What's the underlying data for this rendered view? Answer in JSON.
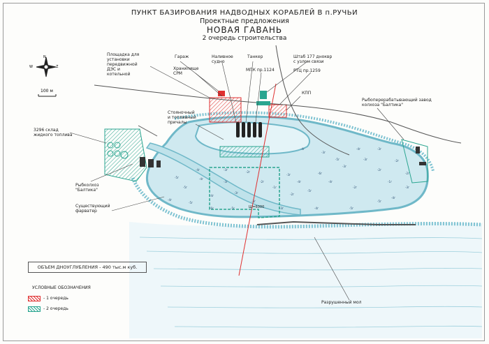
{
  "title": {
    "line1": "ПУНКТ БАЗИРОВАНИЯ НАДВОДНЫХ КОРАБЛЕЙ В п.РУЧЬИ",
    "line2": "Проектные предложения",
    "line3": "НОВАЯ ГАВАНЬ",
    "line4": "2 очередь строительства"
  },
  "compass": {
    "north": "N",
    "west": "W",
    "east": "Z"
  },
  "scale": {
    "label": "100 м"
  },
  "labels": {
    "dz_site": "Площадка для\nустановки\nпередвижной\nДЭС и\nкотельной",
    "garage": "Гараж",
    "storage": "Хранилище\nСРМ",
    "pier_vessel": "Наливное\nсудно",
    "tanker": "Танкер",
    "mpk": "МПК пр.1124",
    "hq": "Штаб 177 дноквр\nс узлом связи",
    "rtc": "РТЦ пр.1259",
    "kpp": "КПП",
    "fish_plant": "Рыбоперерабатывающий завод\nколхоза \"Балтика\"",
    "berths": "Стояночный\nи топливный\nпричалы",
    "fuel_depot": "3296 склад\nжидкого топлива",
    "fish_collective": "Рыбколхоз\n\"Балтика\"",
    "fairway": "Существующий\nфарватер",
    "ruined_mole": "Разрушенный мол",
    "grid_mark": "Ш=6000"
  },
  "dredging_volume": "ОБЪЕМ ДНОУГЛУБЛЕНИЯ - 490 тыс.м куб.",
  "legend": {
    "title": "УСЛОВНЫЕ ОБОЗНАЧЕНИЯ",
    "items": [
      {
        "label": "- 1 очередь",
        "color": "#e03030"
      },
      {
        "label": "- 2 очередь",
        "color": "#2aa590"
      }
    ]
  },
  "colors": {
    "water": "#c9e6ee",
    "shore": "#6fb8c8",
    "phase1": "#e03030",
    "phase2": "#2aa590",
    "road": "#555555"
  },
  "depths": [
    "-5г",
    "-5г",
    "-4г",
    "-4г",
    "-3г",
    "-3г",
    "-2г",
    "-2г",
    "-1г",
    "-3г",
    "-4г",
    "-5г",
    "-6г",
    "-4г",
    "-3г",
    "-2г",
    "-3г",
    "-2г",
    "-1г",
    "-2г",
    "-2г",
    "-3г",
    "-5г",
    "-4г",
    "-3г",
    "-4г",
    "-5г",
    "-6г",
    "-5г",
    "-4г",
    "-4г",
    "-3г",
    "-3г",
    "-3г",
    "-4г",
    "-5г",
    "-5г",
    "-4г",
    "-3г",
    "-2г"
  ]
}
